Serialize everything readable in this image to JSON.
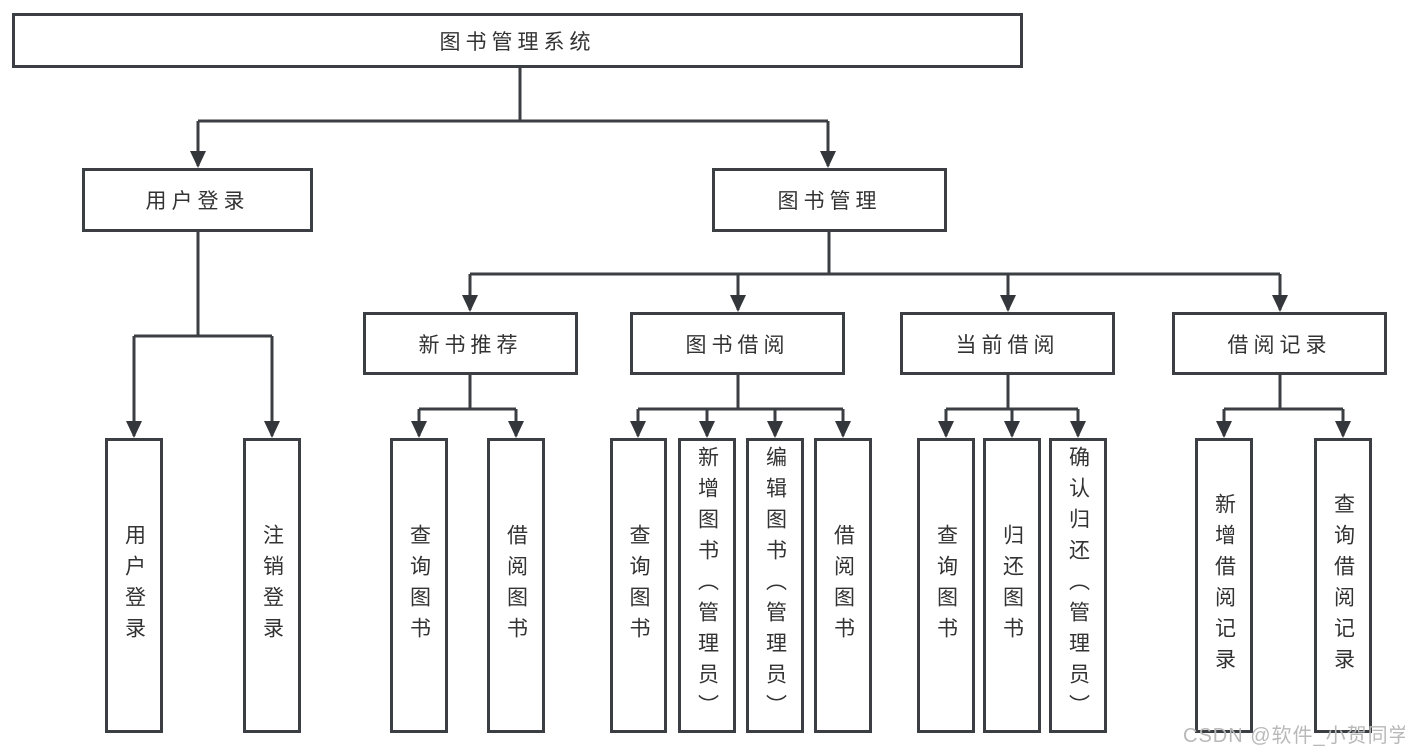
{
  "colors": {
    "line": "#3b3e42",
    "box_border": "#3b3e42",
    "text": "#333333",
    "watermark": "#b9b9b9",
    "background": "#ffffff"
  },
  "watermark": "CSDN @软件_小贺同学",
  "diagram": {
    "type": "hierarchy",
    "root": {
      "label": "图书管理系统"
    },
    "level2": [
      {
        "label": "用户登录",
        "parent": "图书管理系统"
      },
      {
        "label": "图书管理",
        "parent": "图书管理系统"
      }
    ],
    "level3": [
      {
        "label": "新书推荐",
        "parent": "图书管理"
      },
      {
        "label": "图书借阅",
        "parent": "图书管理"
      },
      {
        "label": "当前借阅",
        "parent": "图书管理"
      },
      {
        "label": "借阅记录",
        "parent": "图书管理"
      }
    ],
    "leaves": [
      {
        "label": "用户登录",
        "parent": "用户登录"
      },
      {
        "label": "注销登录",
        "parent": "用户登录"
      },
      {
        "label": "查询图书",
        "parent": "新书推荐"
      },
      {
        "label": "借阅图书",
        "parent": "新书推荐"
      },
      {
        "label": "查询图书",
        "parent": "图书借阅"
      },
      {
        "label": "新增图书（管理员）",
        "parent": "图书借阅"
      },
      {
        "label": "编辑图书（管理员）",
        "parent": "图书借阅"
      },
      {
        "label": "借阅图书",
        "parent": "图书借阅"
      },
      {
        "label": "查询图书",
        "parent": "当前借阅"
      },
      {
        "label": "归还图书",
        "parent": "当前借阅"
      },
      {
        "label": "确认归还（管理员）",
        "parent": "当前借阅"
      },
      {
        "label": "新增借阅记录",
        "parent": "借阅记录"
      },
      {
        "label": "查询借阅记录",
        "parent": "借阅记录"
      }
    ]
  }
}
